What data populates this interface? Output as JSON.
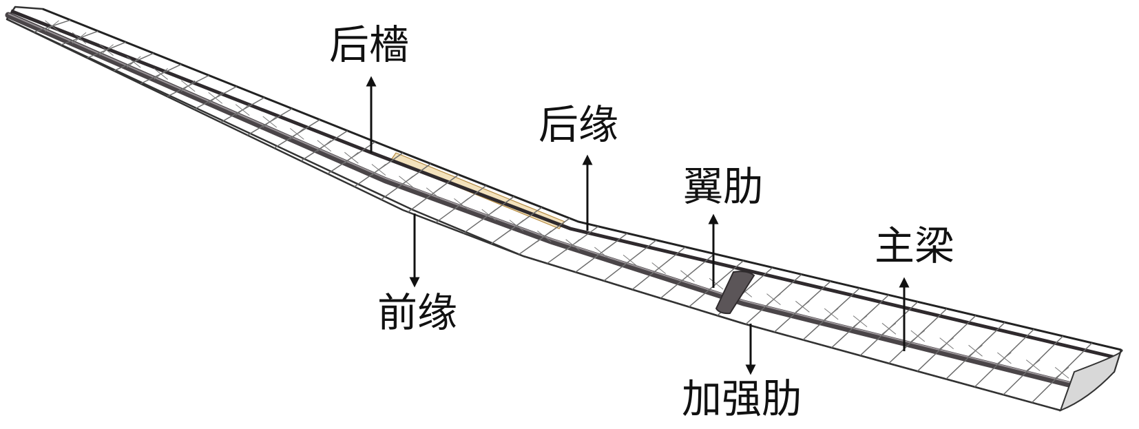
{
  "labels": {
    "rear_spar": "后檣",
    "trailing_edge": "后缘",
    "wing_rib": "翼肋",
    "main_spar": "主梁",
    "leading_edge": "前缘",
    "reinforced_rib": "加强肋"
  },
  "colors": {
    "frame": "#333333",
    "skin": "#ffffff",
    "spar": "#4a4548",
    "spar_highlight": "#9a9498",
    "rib": "#6b6b6b",
    "panel_highlight": "#f3e2bd",
    "arrow": "#111111"
  }
}
